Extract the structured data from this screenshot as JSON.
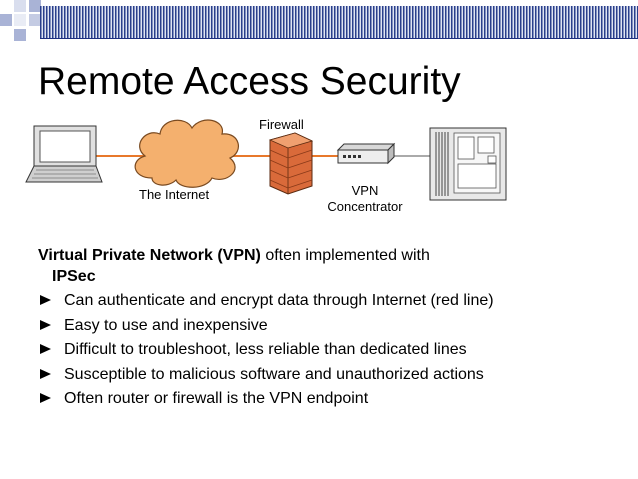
{
  "slide": {
    "title": "Remote Access Security",
    "diagram": {
      "firewall_label": "Firewall",
      "internet_label": "The Internet",
      "vpn_label_line1": "VPN",
      "vpn_label_line2": "Concentrator"
    },
    "intro_bold": "Virtual Private Network (VPN)",
    "intro_normal": " often implemented with",
    "intro_bold_line2": "IPSec",
    "bullets": [
      "Can authenticate and encrypt data through Internet (red line)",
      "Easy to use and inexpensive",
      "Difficult to troubleshoot, less reliable than dedicated lines",
      "Susceptible to malicious software and unauthorized actions",
      "Often router or firewall is the VPN endpoint"
    ]
  },
  "colors": {
    "accent": "#1e2f80",
    "tunnel": "#e8782b",
    "cloud": "#f4b06e",
    "firewall": "#d96a3a"
  }
}
